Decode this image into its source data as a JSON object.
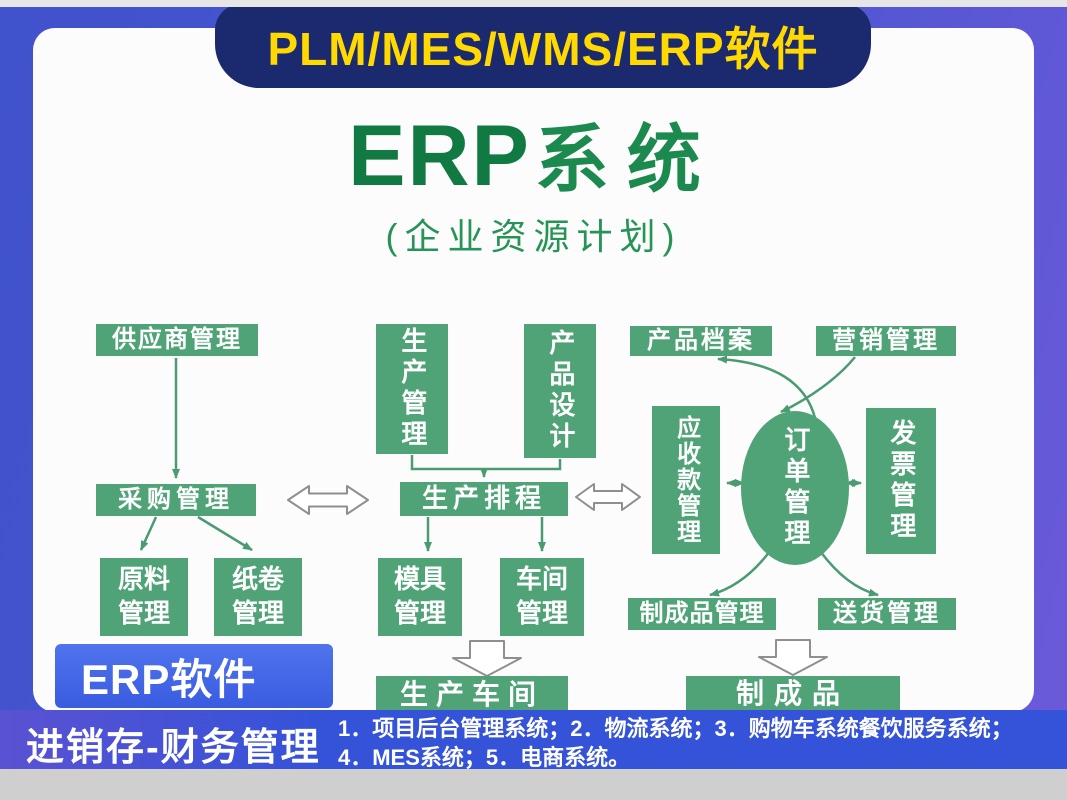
{
  "colors": {
    "bg-blue": "#4052cc",
    "bg-purple": "#6b5ad8",
    "banner-navy": "#1b2a6e",
    "banner-yellow": "#ffd900",
    "card-white": "#fcfcfc",
    "box-green": "#4fa377",
    "arrow-green": "#4a9b71",
    "arrow-gray": "#8f8f8f",
    "title-green": "#117a42",
    "subtitle-green": "#279457",
    "footer-blue": "#3453d9",
    "erpbox-blue": "#3a5ce0"
  },
  "header": {
    "banner": "PLM/MES/WMS/ERP软件"
  },
  "title": {
    "main": "ERP",
    "suffix": "系统",
    "subtitle": "(企业资源计划)"
  },
  "diagram": {
    "boxes": {
      "supplier": "供应商管理",
      "purchasing": "采购管理",
      "raw_material": "原料管理",
      "paper_roll": "纸卷管理",
      "production_mgmt": "生产管理",
      "product_design": "产品设计",
      "production_scheduling": "生产排程",
      "mold": "模具管理",
      "workshop": "车间管理",
      "production_workshop": "生产车间",
      "product_archive": "产品档案",
      "marketing": "营销管理",
      "receivables": "应收款管理",
      "order": "订单管理",
      "invoice": "发票管理",
      "finished_goods_mgmt": "制成品管理",
      "delivery": "送货管理",
      "finished_goods": "制成品"
    }
  },
  "footer": {
    "erp_software": "ERP软件",
    "inventory_finance": "进销存-财务管理",
    "services_line1": "1．项目后台管理系统；2．物流系统；3．购物车系统餐饮服务系统；",
    "services_line2": "4．MES系统；5．电商系统。"
  }
}
